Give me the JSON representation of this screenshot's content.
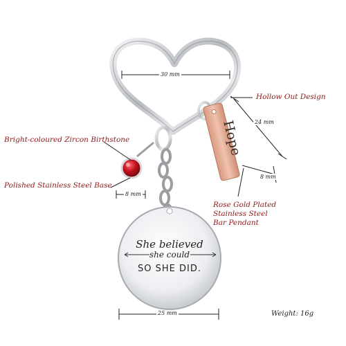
{
  "product": {
    "labels": {
      "hollow_out": "Hollow Out Design",
      "birthstone": "Bright-coloured Zircon Birthstone",
      "steel_base": "Polished Stainless Steel Base",
      "rose_gold_lines": [
        "Rose Gold Plated",
        "Stainless Steel",
        "Bar Pendant"
      ]
    },
    "dimensions": {
      "heart_width": "30 mm",
      "bar_height": "24 mm",
      "bar_width": "8 mm",
      "stone_width": "8 mm",
      "disc_width": "25 mm"
    },
    "weight": "Weight: 16g",
    "engravings": {
      "bar": "Hope",
      "disc_line1": "She believed",
      "disc_line2": "she could",
      "disc_line3": "SO SHE DID."
    },
    "colors": {
      "label_red": "#8b1a1a",
      "steel": "#c9cbcf",
      "rose_gold": "#e3a98f",
      "zircon": "#b0121e"
    }
  }
}
